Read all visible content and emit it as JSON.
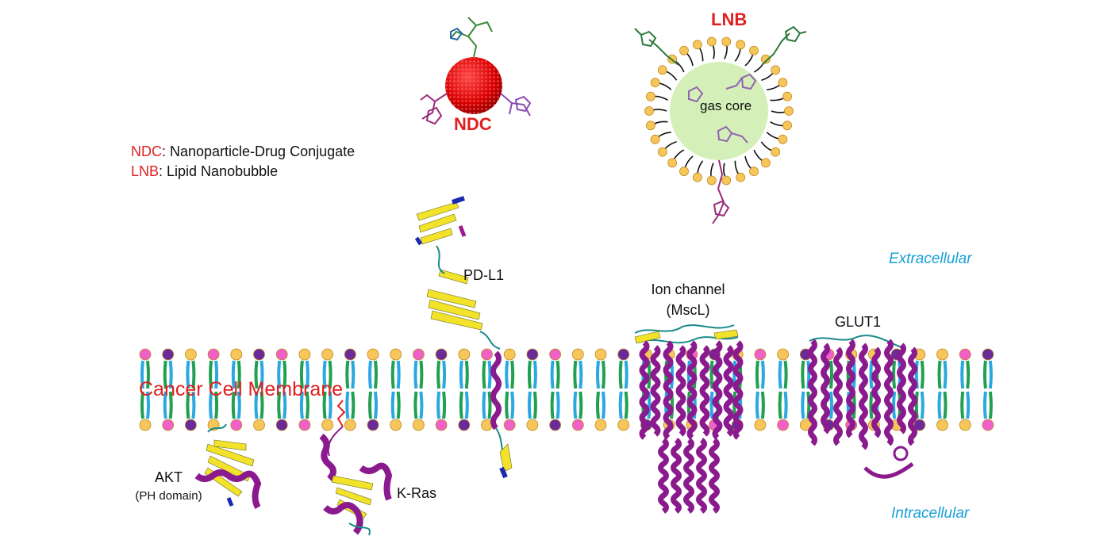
{
  "labels": {
    "ndc": "NDC",
    "lnb": "LNB",
    "gas_core": "gas core",
    "extracellular": "Extracellular",
    "intracellular": "Intracellular",
    "membrane": "Cancer Cell Membrane",
    "pdl1": "PD-L1",
    "ion_channel_line1": "Ion channel",
    "ion_channel_line2": "(MscL)",
    "glut1": "GLUT1",
    "akt_line1": "AKT",
    "akt_line2": "(PH domain)",
    "kras": "K-Ras"
  },
  "legend": [
    {
      "abbr": "NDC",
      "text": ": Nanoparticle-Drug Conjugate"
    },
    {
      "abbr": "LNB",
      "text": ": Lipid Nanobubble"
    }
  ],
  "colors": {
    "red": "#e02020",
    "blue_label": "#1aa0d8",
    "lipid_head": "#f7c65a",
    "lipid_head_pink": "#f060c8",
    "lipid_head_purple": "#6a2a9a",
    "tail_blue": "#2aa8e0",
    "tail_green": "#20a050",
    "protein_purple": "#8a1a8e",
    "protein_yellow": "#f2e22a",
    "gas_core": "#d4f0b8"
  }
}
